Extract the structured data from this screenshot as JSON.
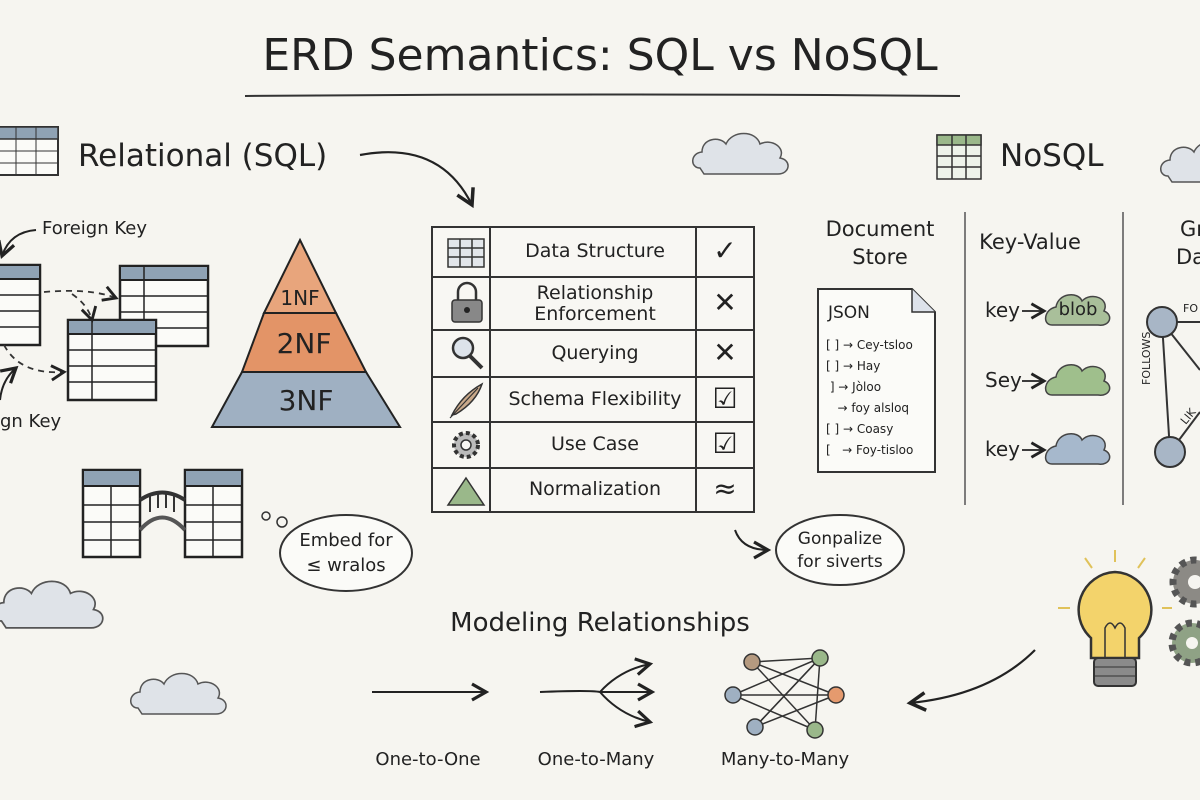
{
  "title": "ERD Semantics: SQL vs NoSQL",
  "relational": {
    "heading": "Relational (SQL)",
    "foreign_key_top": "Foreign Key",
    "foreign_key_bottom": "gn Key",
    "pyramid": [
      "1NF",
      "2NF",
      "3NF"
    ],
    "thought_bubble": [
      "Embed for",
      "≤ wralos"
    ]
  },
  "comparison": {
    "rows": [
      {
        "label": "Data Structure",
        "icon": "grid-icon",
        "mark": "✓"
      },
      {
        "label": "Relationship Enforcement",
        "icon": "lock-icon",
        "mark": "✕"
      },
      {
        "label": "Querying",
        "icon": "magnifier-icon",
        "mark": "✕"
      },
      {
        "label": "Schema Flexibility",
        "icon": "feather-icon",
        "mark": "☑"
      },
      {
        "label": "Use Case",
        "icon": "gear-icon",
        "mark": "☑"
      },
      {
        "label": "Normalization",
        "icon": "pyramid-icon",
        "mark": "≈"
      }
    ],
    "bubble": [
      "Gonpalize",
      "for siverts"
    ]
  },
  "nosql": {
    "heading": "NoSQL",
    "document_store": {
      "heading": [
        "Document",
        "Store"
      ],
      "doc_title": "JSON",
      "lines": [
        "[ ] → Cey-tsloo",
        "[ ] → Hay",
        " ] → Jòloo",
        "   → foy alsloq",
        "[ ] → Coasy",
        "[   → Foy-tisloo"
      ]
    },
    "key_value": {
      "heading": "Key-Value",
      "rows": [
        {
          "key": "key",
          "value": "blob",
          "color": "#a9bf9a"
        },
        {
          "key": "Sey",
          "value": "",
          "color": "#9fbf8c"
        },
        {
          "key": "key",
          "value": "",
          "color": "#a6b8cc"
        }
      ]
    },
    "graph": {
      "heading": [
        "Gr",
        "Dat"
      ],
      "edge_labels": [
        "FO",
        "FOLLOWS",
        "LIK"
      ]
    }
  },
  "modeling": {
    "heading": "Modeling Relationships",
    "types": [
      "One-to-One",
      "One-to-Many",
      "Many-to-Many"
    ]
  },
  "colors": {
    "ink": "#222222",
    "orange": "#e59a6e",
    "blue_grey": "#9fb0c2",
    "green": "#9ab88a",
    "yellow": "#f3d36b",
    "paper": "#f6f5f0"
  }
}
